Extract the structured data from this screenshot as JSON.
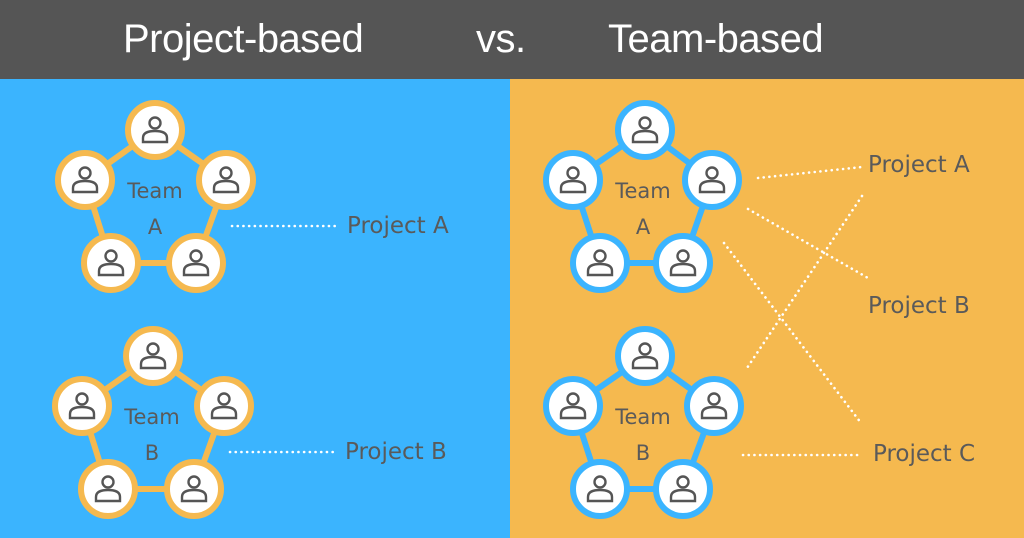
{
  "header": {
    "left_title": "Project-based",
    "vs_label": "vs.",
    "right_title": "Team-based"
  },
  "colors": {
    "header_bg": "#555555",
    "left_bg": "#3BB4FE",
    "right_bg": "#F5B94F",
    "text_gray": "#5a5a5a",
    "icon_gray": "#555555"
  },
  "left_panel": {
    "teams": [
      {
        "name_line1": "Team",
        "name_line2": "A",
        "member_count": 5,
        "member_icon": "person-icon",
        "links_to": [
          "Project A"
        ]
      },
      {
        "name_line1": "Team",
        "name_line2": "B",
        "member_count": 5,
        "member_icon": "person-icon",
        "links_to": [
          "Project B"
        ]
      }
    ],
    "projects": [
      "Project A",
      "Project B"
    ]
  },
  "right_panel": {
    "teams": [
      {
        "name_line1": "Team",
        "name_line2": "A",
        "member_count": 5,
        "member_icon": "person-icon",
        "links_to": [
          "Project A",
          "Project B",
          "Project C"
        ]
      },
      {
        "name_line1": "Team",
        "name_line2": "B",
        "member_count": 5,
        "member_icon": "person-icon",
        "links_to": [
          "Project A",
          "Project C"
        ]
      }
    ],
    "projects": [
      "Project A",
      "Project B",
      "Project C"
    ]
  }
}
